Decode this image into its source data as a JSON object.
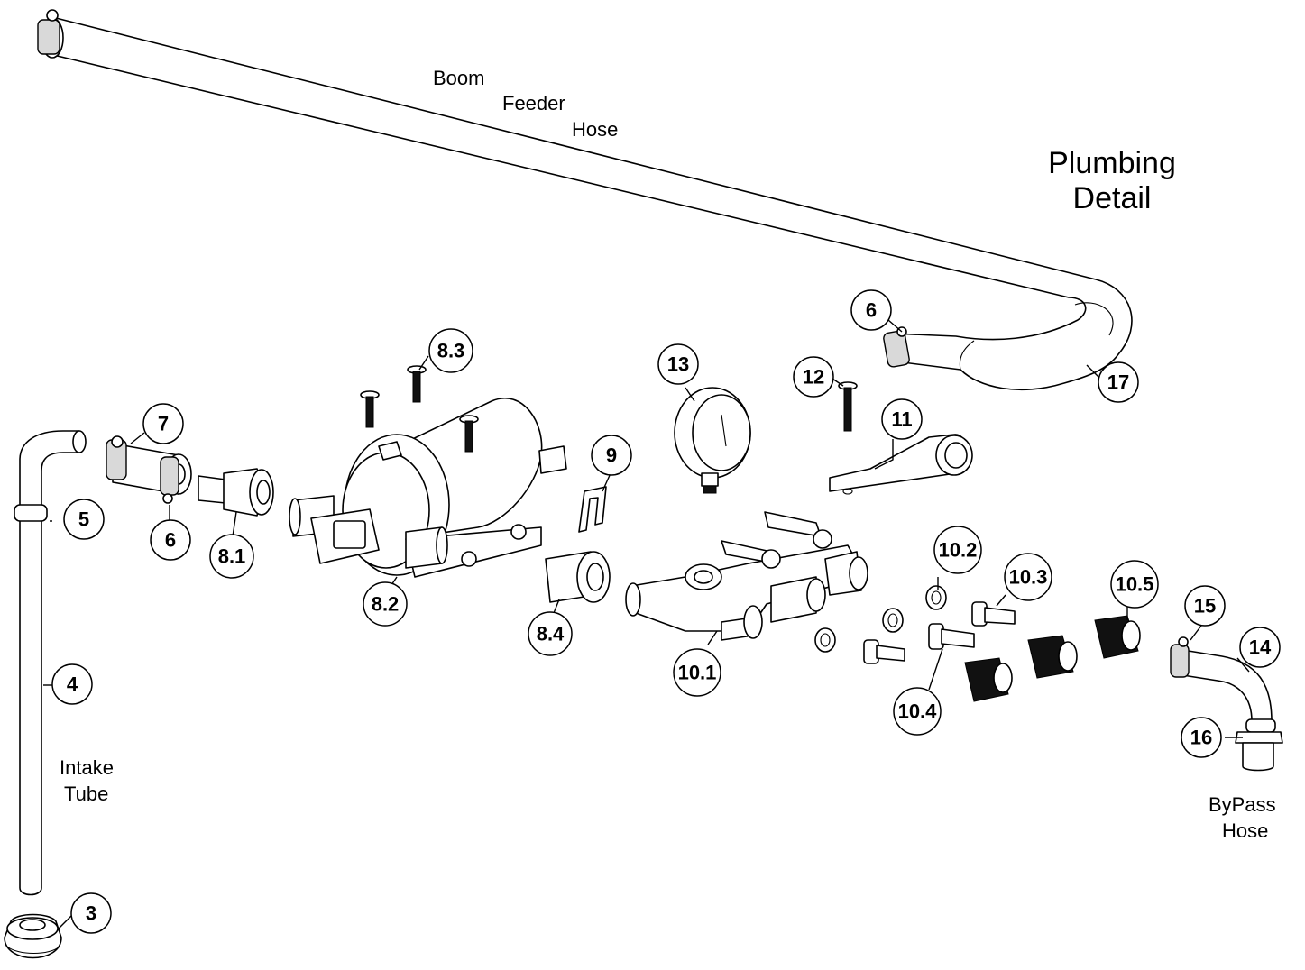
{
  "title": {
    "line1": "Plumbing",
    "line2": "Detail"
  },
  "labels": {
    "boom_line1": "Boom",
    "boom_line2": "Feeder",
    "boom_line3": "Hose",
    "intake_line1": "Intake",
    "intake_line2": "Tube",
    "bypass_line1": "ByPass",
    "bypass_line2": "Hose"
  },
  "callouts": [
    {
      "id": "c3",
      "label": "3"
    },
    {
      "id": "c4",
      "label": "4"
    },
    {
      "id": "c5",
      "label": "5"
    },
    {
      "id": "c6a",
      "label": "6"
    },
    {
      "id": "c6b",
      "label": "6"
    },
    {
      "id": "c7",
      "label": "7"
    },
    {
      "id": "c8-1",
      "label": "8.1"
    },
    {
      "id": "c8-2",
      "label": "8.2"
    },
    {
      "id": "c8-3",
      "label": "8.3"
    },
    {
      "id": "c8-4",
      "label": "8.4"
    },
    {
      "id": "c9",
      "label": "9"
    },
    {
      "id": "c10-1",
      "label": "10.1"
    },
    {
      "id": "c10-2",
      "label": "10.2"
    },
    {
      "id": "c10-3",
      "label": "10.3"
    },
    {
      "id": "c10-4",
      "label": "10.4"
    },
    {
      "id": "c10-5",
      "label": "10.5"
    },
    {
      "id": "c11",
      "label": "11"
    },
    {
      "id": "c12",
      "label": "12"
    },
    {
      "id": "c13",
      "label": "13"
    },
    {
      "id": "c14",
      "label": "14"
    },
    {
      "id": "c15",
      "label": "15"
    },
    {
      "id": "c16",
      "label": "16"
    },
    {
      "id": "c17",
      "label": "17"
    }
  ]
}
